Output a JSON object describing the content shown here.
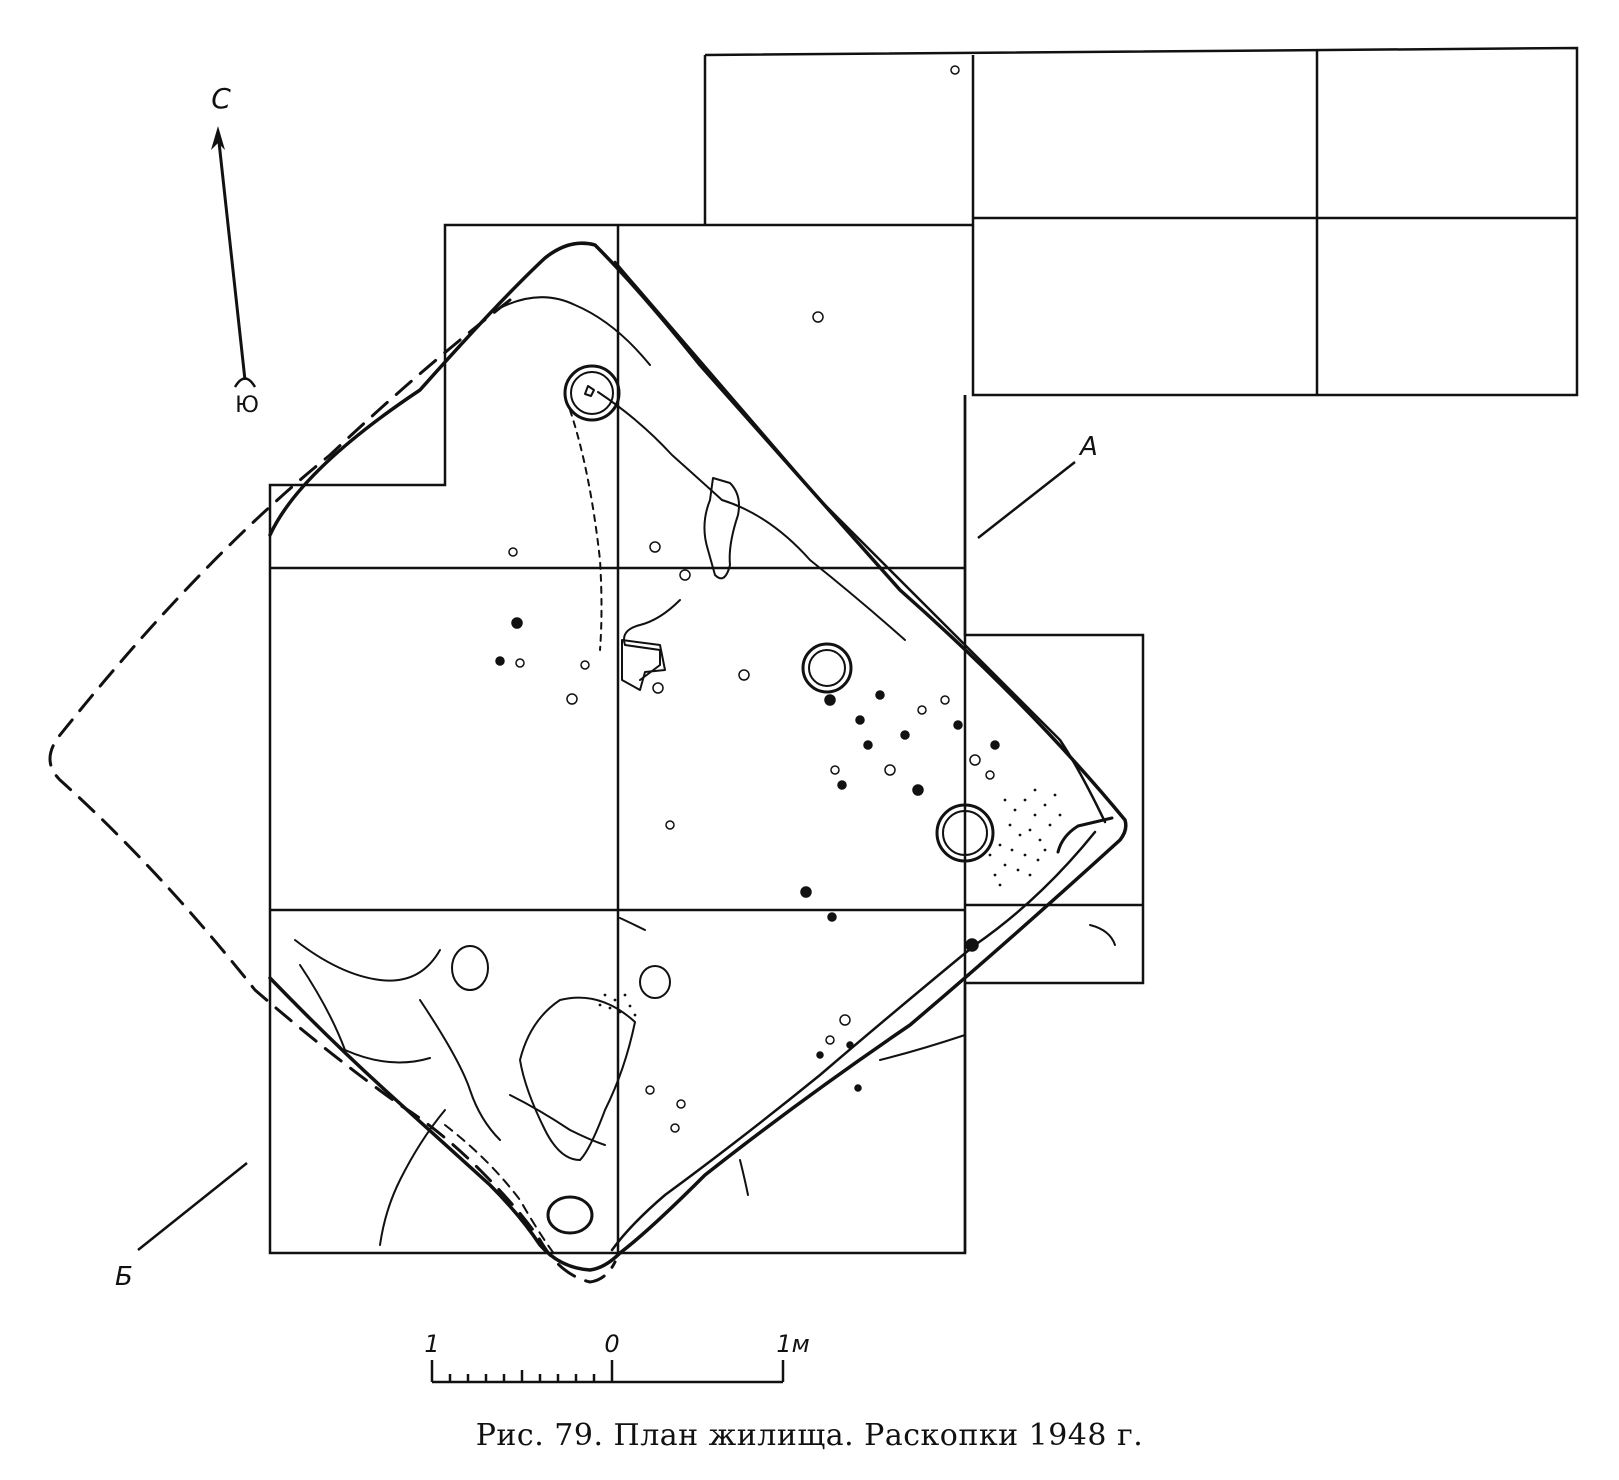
{
  "compass": {
    "north_label": "С",
    "south_label": "Ю"
  },
  "section_labels": {
    "a": "А",
    "b": "Б"
  },
  "scale_bar": {
    "left_label": "1",
    "zero_label": "0",
    "right_label": "1м"
  },
  "caption": "Рис. 79. План жилища. Раскопки 1948 г.",
  "colors": {
    "ink": "#111111",
    "paper": "#ffffff"
  }
}
